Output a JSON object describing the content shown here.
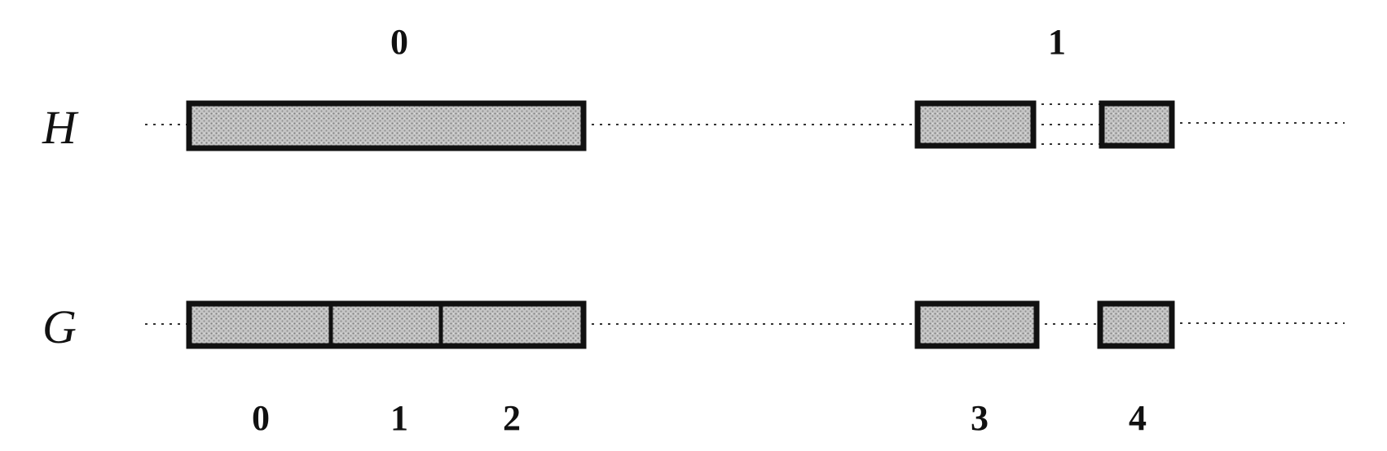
{
  "rows": {
    "H": {
      "label": "H"
    },
    "G": {
      "label": "G"
    }
  },
  "top_labels": [
    "0",
    "1"
  ],
  "bottom_labels": [
    "0",
    "1",
    "2",
    "3",
    "4"
  ],
  "colors": {
    "block_fill": "#b8b8b8",
    "stroke": "#111111"
  }
}
